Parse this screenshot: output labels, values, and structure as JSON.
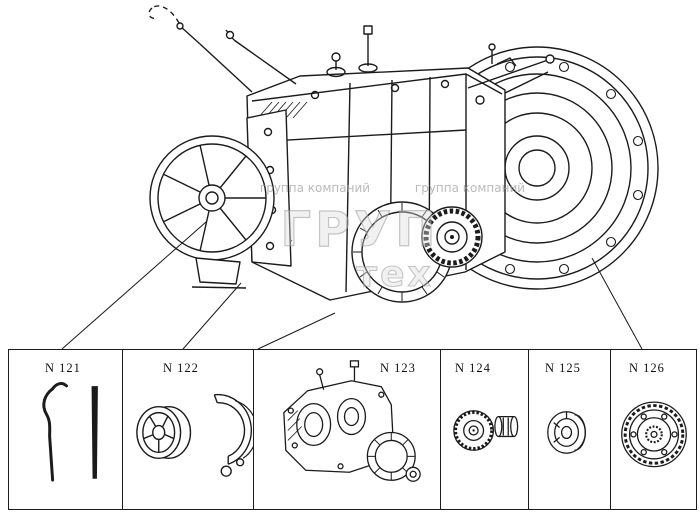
{
  "panels": [
    {
      "label": "N 121"
    },
    {
      "label": "N 122"
    },
    {
      "label": "N 123"
    },
    {
      "label": "N 124"
    },
    {
      "label": "N 125"
    },
    {
      "label": "N 126"
    }
  ],
  "watermark": {
    "small": "группа компаний",
    "large_top": "ГРУП",
    "large_bottom": "тех"
  }
}
